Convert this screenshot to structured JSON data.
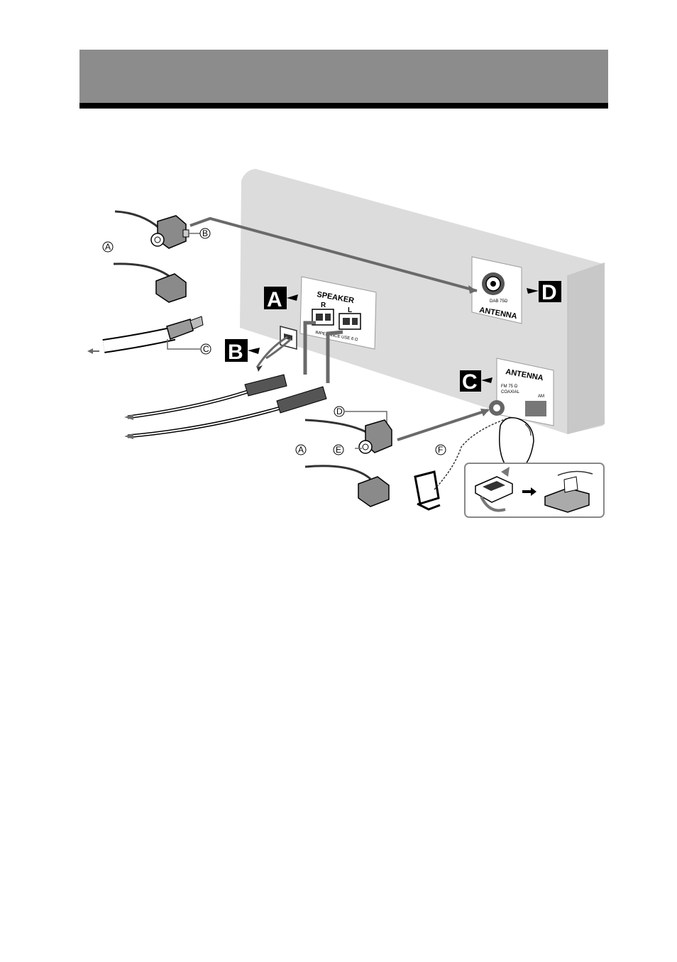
{
  "page": {
    "colors": {
      "header_band": "#8c8c8c",
      "header_rule": "#000000",
      "panel": "#dcdcdc",
      "panel_side": "#c8c8c8",
      "cable": "#6a6a6a"
    }
  },
  "diagram": {
    "box_labels": {
      "a": "A",
      "b": "B",
      "c": "C",
      "d": "D"
    },
    "callouts": {
      "a_top": "A",
      "b": "B",
      "c": "C",
      "d": "D",
      "e": "E",
      "a_bottom": "A",
      "f": "F"
    },
    "speaker_panel": {
      "title": "SPEAKER",
      "right": "R",
      "left": "L",
      "impedance": "IMPEDANCE USE 6 Ω"
    },
    "dab_panel": {
      "title": "ANTENNA",
      "jack_label": "DAB 75Ω"
    },
    "fm_am_panel": {
      "title": "ANTENNA",
      "fm_label": "FM 75 Ω",
      "fm_sub": "COAXIAL",
      "am_label": "AM"
    }
  }
}
